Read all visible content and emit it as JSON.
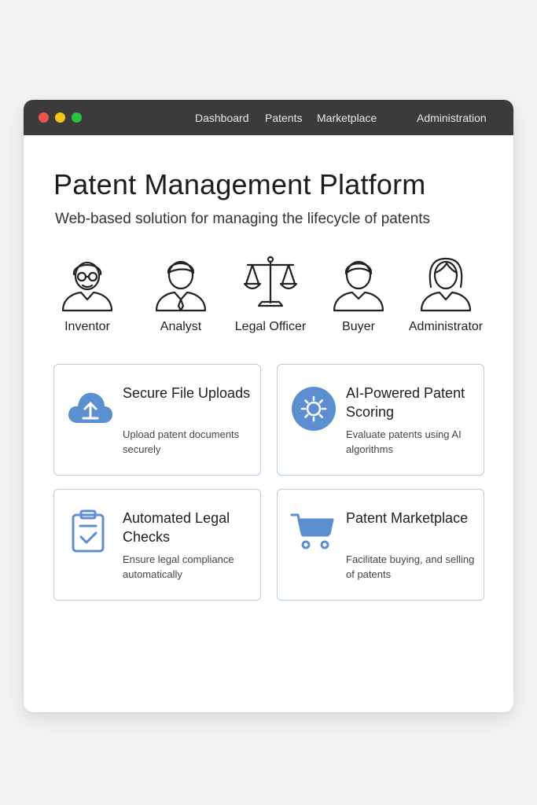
{
  "nav": {
    "items": [
      "Dashboard",
      "Patents",
      "Marketplace",
      "Administration"
    ]
  },
  "header": {
    "title": "Patent Management Platform",
    "subtitle": "Web-based solution for managing the lifecycle of patents"
  },
  "roles": [
    {
      "label": "Inventor",
      "icon": "inventor-icon"
    },
    {
      "label": "Analyst",
      "icon": "analyst-icon"
    },
    {
      "label": "Legal Officer",
      "icon": "scales-icon"
    },
    {
      "label": "Buyer",
      "icon": "buyer-icon"
    },
    {
      "label": "Administrator",
      "icon": "administrator-icon"
    }
  ],
  "features": [
    {
      "title": "Secure File Uploads",
      "description": "Upload patent documents securely",
      "icon": "cloud-upload-icon"
    },
    {
      "title": "AI-Powered Patent Scoring",
      "description": "Evaluate patents using AI algorithms",
      "icon": "gear-icon"
    },
    {
      "title": "Automated Legal Checks",
      "description": "Ensure legal compliance automatically",
      "icon": "clipboard-check-icon"
    },
    {
      "title": "Patent Marketplace",
      "description": "Facilitate buying, and selling of patents",
      "icon": "shopping-cart-icon"
    }
  ],
  "colors": {
    "accent": "#5b8fd0",
    "titlebar": "#3b3b3b",
    "card_border": "#b7cde3"
  }
}
